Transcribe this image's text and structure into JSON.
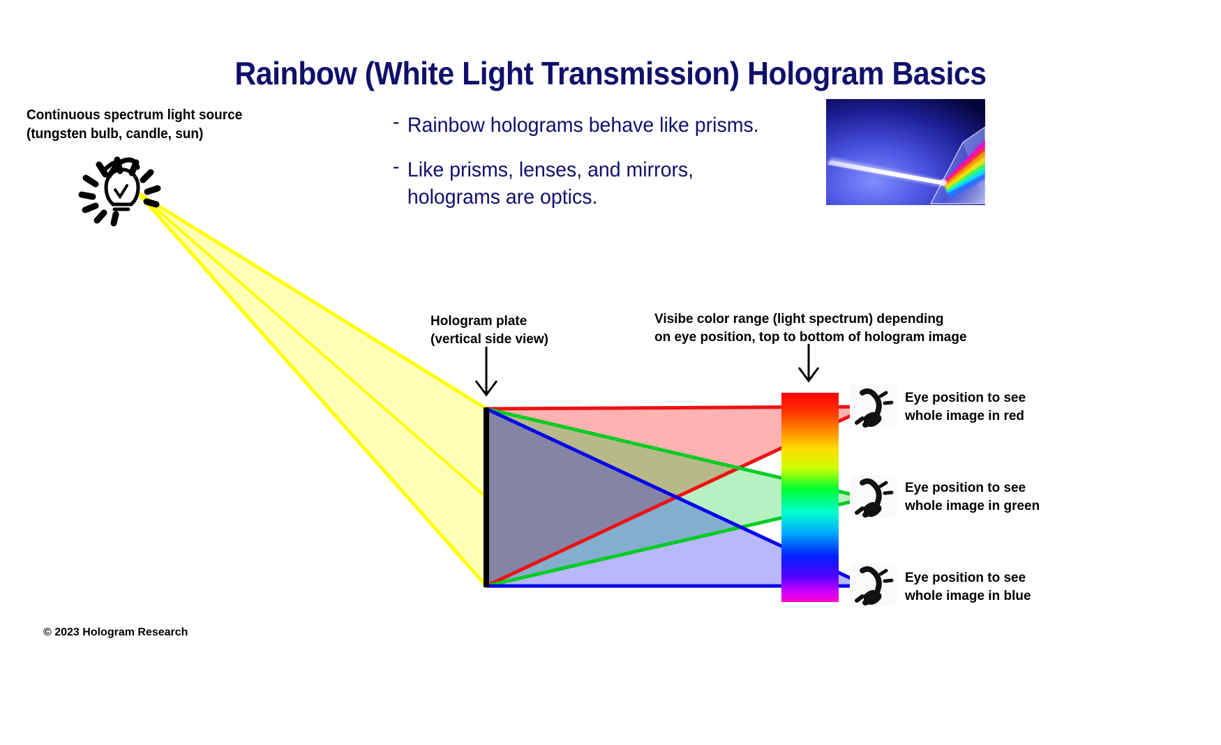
{
  "title": "Rainbow (White Light Transmission) Hologram Basics",
  "source_label": {
    "line1": "Continuous spectrum light source",
    "line2": "(tungsten bulb, candle, sun)"
  },
  "bullets": [
    {
      "dash": "-",
      "text": "Rainbow holograms behave like prisms."
    },
    {
      "dash": "-",
      "text": "Like prisms, lenses, and mirrors,\nholograms are optics."
    }
  ],
  "plate_label": {
    "line1": "Hologram plate",
    "line2": "(vertical side view)"
  },
  "range_label": {
    "line1": "Visibe color range (light spectrum) depending",
    "line2": "on eye position, top to bottom of hologram image"
  },
  "eye_positions": [
    {
      "line1": "Eye position to see",
      "line2": "whole image in red",
      "color": "#ff0000"
    },
    {
      "line1": "Eye position to see",
      "line2": "whole image in green",
      "color": "#00cc22"
    },
    {
      "line1": "Eye position to see",
      "line2": "whole image in blue",
      "color": "#0000ee"
    }
  ],
  "copyright": "© 2023 Hologram Research",
  "colors": {
    "title_navy": "#10106b",
    "bullet_navy": "#10106b",
    "beam_yellow": "#ffff00",
    "beam_yellow_fill": "#ffffb8",
    "red": "#ee1111",
    "green": "#00cc22",
    "blue": "#0000ee",
    "plate_black": "#000000",
    "plate_fill": "#808090"
  },
  "spectrum_stops": [
    "#ff0000",
    "#ff3300",
    "#ff8800",
    "#ffdd00",
    "#ccff00",
    "#00ff33",
    "#00ffcc",
    "#00aaff",
    "#0022ff",
    "#5500ff",
    "#cc00ff",
    "#ff00cc"
  ],
  "icons": {
    "light_bulb": "light-bulb-icon",
    "eye": "eye-icon",
    "arrow_down": "arrow-down-icon",
    "prism_photo": "prism-photo"
  }
}
